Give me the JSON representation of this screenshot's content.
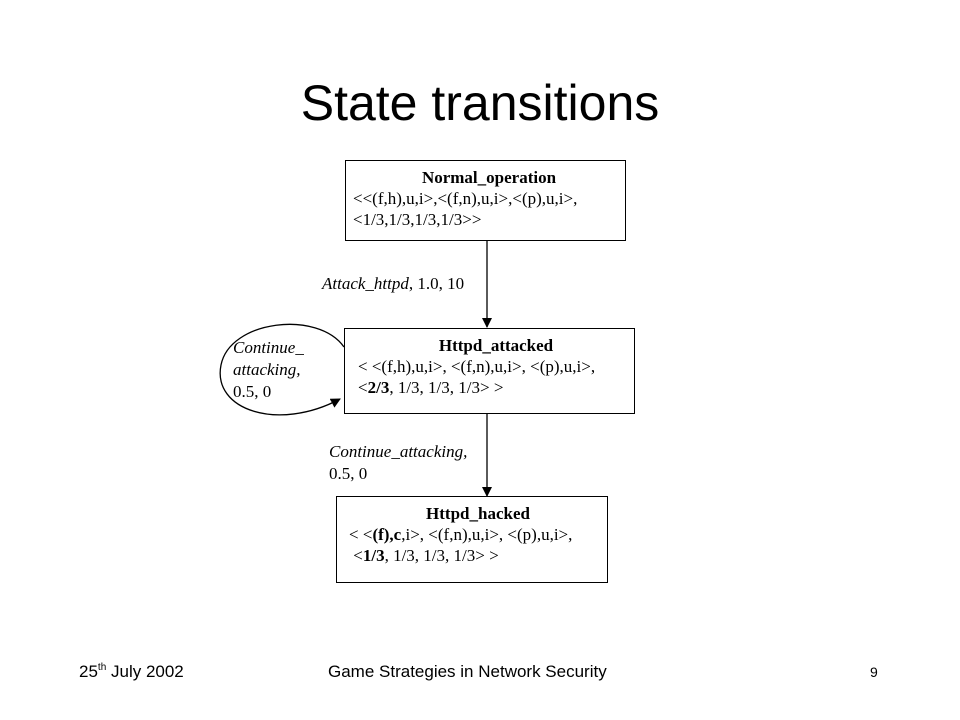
{
  "slide": {
    "title": "State transitions",
    "footer": {
      "date_day": "25",
      "date_suffix": "th",
      "date_rest": " July 2002",
      "presentation_title": "Game Strategies in Network Security",
      "page_number": "9"
    }
  },
  "diagram": {
    "states": [
      {
        "name": "Normal_operation",
        "line1": "<<(f,h),u,i>,<(f,n),u,i>,<(p),u,i>,",
        "line2": "<1/3,1/3,1/3,1/3>>"
      },
      {
        "name": "Httpd_attacked",
        "line1": "< <(f,h),u,i>, <(f,n),u,i>, <(p),u,i>,",
        "line2_open": "<",
        "line2_bold": "2/3",
        "line2_rest": ", 1/3, 1/3, 1/3> >"
      },
      {
        "name": "Httpd_hacked",
        "line1_open": "< <",
        "line1_bold": "(f),c",
        "line1_rest": ",i>, <(f,n),u,i>, <(p),u,i>,",
        "line2_open": " <",
        "line2_bold": "1/3",
        "line2_rest": ", 1/3, 1/3, 1/3> >"
      }
    ],
    "transitions": [
      {
        "action": "Attack_httpd",
        "params": ", 1.0, 10"
      },
      {
        "action_line1": "Continue_",
        "action_line2": "attacking,",
        "params": "0.5, 0"
      },
      {
        "action": "Continue_attacking,",
        "params": "0.5, 0"
      }
    ]
  }
}
